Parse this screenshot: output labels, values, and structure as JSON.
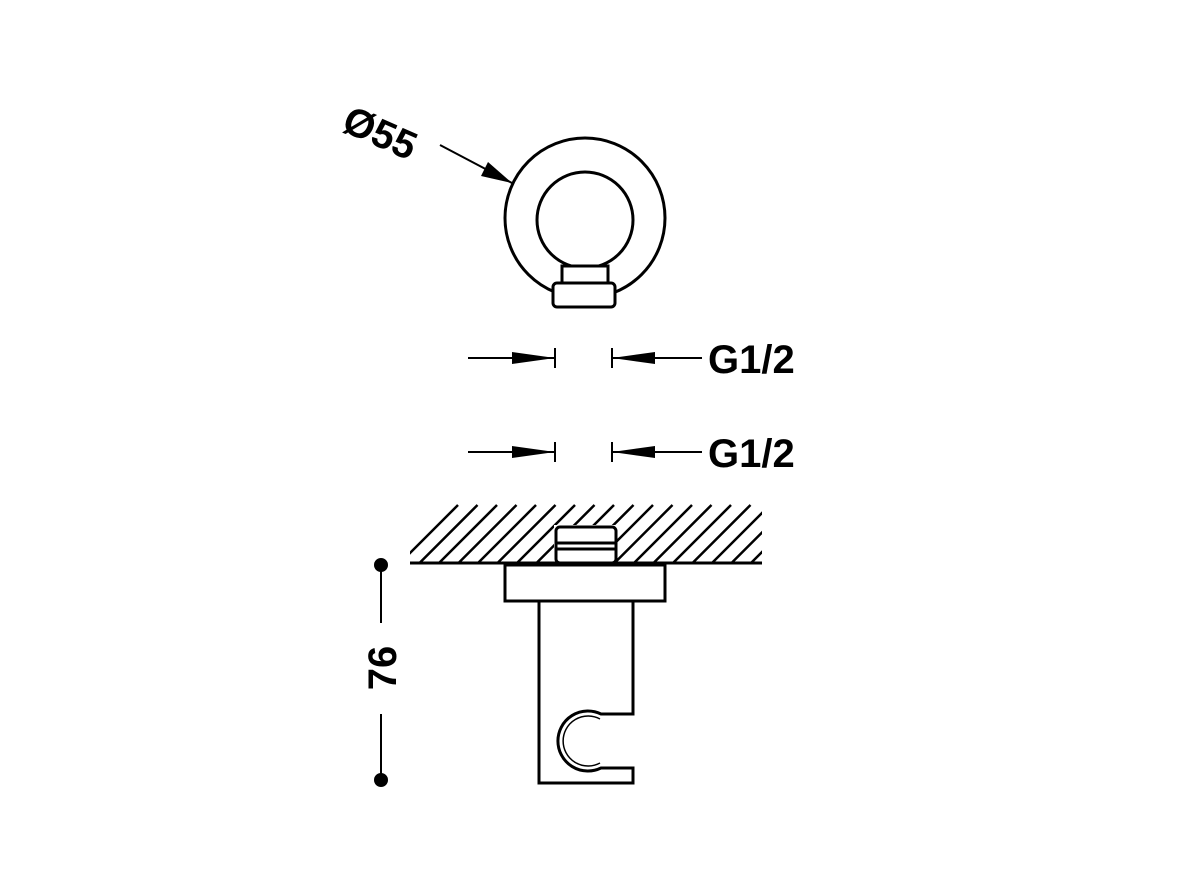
{
  "drawing": {
    "diameter_label": "Ø55",
    "thread_labels": [
      "G1/2",
      "G1/2"
    ],
    "height_label": "76"
  },
  "colors": {
    "line": "#000000",
    "background": "#ffffff"
  }
}
